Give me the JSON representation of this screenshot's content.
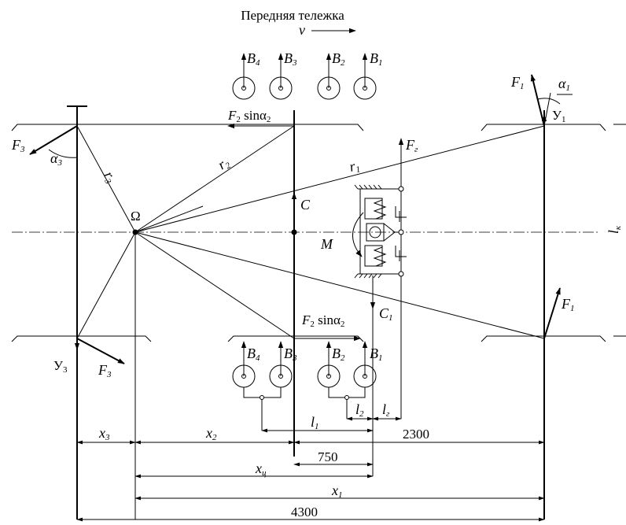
{
  "title": "Передняя тележка",
  "velocity_label": "v",
  "center_label": "Ω",
  "moment_label": "M",
  "lk": {
    "main": "l",
    "sub": "к"
  },
  "labels": {
    "B4_top": {
      "main": "B",
      "sub": "4"
    },
    "B3_top": {
      "main": "B",
      "sub": "3"
    },
    "B2_top": {
      "main": "B",
      "sub": "2"
    },
    "B1_top": {
      "main": "B",
      "sub": "1"
    },
    "B4_bot": {
      "main": "B",
      "sub": "4"
    },
    "B3_bot": {
      "main": "B",
      "sub": "3"
    },
    "B2_bot": {
      "main": "B",
      "sub": "2"
    },
    "B1_bot": {
      "main": "B",
      "sub": "1"
    },
    "F1_top": {
      "main": "F",
      "sub": "1"
    },
    "F1_bot": {
      "main": "F",
      "sub": "1"
    },
    "F3_top": {
      "main": "F",
      "sub": "3"
    },
    "F3_bot": {
      "main": "F",
      "sub": "3"
    },
    "Fg": {
      "main": "F",
      "sub": "г"
    },
    "alpha1": {
      "main": "α",
      "sub": "1"
    },
    "alpha3": {
      "main": "α",
      "sub": "3"
    },
    "Y1": {
      "main": "У",
      "sub": "1"
    },
    "Y3": {
      "main": "У",
      "sub": "3"
    },
    "C": {
      "main": "C",
      "sub": ""
    },
    "C1": {
      "main": "C",
      "sub": "1"
    },
    "r1": {
      "main": "r",
      "sub": "1"
    },
    "r2": {
      "main": "r",
      "sub": "2"
    },
    "r3": {
      "main": "r",
      "sub": "3"
    },
    "F2sin_top": {
      "main": "F",
      "sub": "2",
      "rest": " sinα",
      "sub2": "2"
    },
    "F2sin_bot": {
      "main": "F",
      "sub": "2",
      "rest": " sinα",
      "sub2": "2"
    }
  },
  "dimensions": {
    "x3": {
      "main": "x",
      "sub": "3"
    },
    "x2": {
      "main": "x",
      "sub": "2"
    },
    "l1": {
      "main": "l",
      "sub": "1"
    },
    "l2": {
      "main": "l",
      "sub": "2"
    },
    "lg": {
      "main": "l",
      "sub": "г"
    },
    "xc": {
      "main": "x",
      "sub": "ц"
    },
    "x1": {
      "main": "x",
      "sub": "1"
    },
    "d2300": "2300",
    "d750": "750",
    "d4300": "4300"
  }
}
